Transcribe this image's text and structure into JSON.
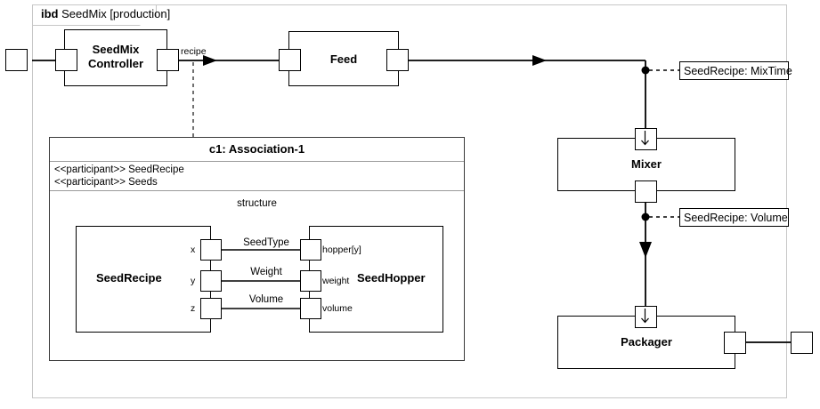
{
  "frame": {
    "keyword": "ibd",
    "name": "SeedMix [production]",
    "border_color": "#c7c7c7"
  },
  "blocks": {
    "seedmix_controller": {
      "label": "SeedMix\nController",
      "line1": "SeedMix",
      "line2": "Controller"
    },
    "feed": {
      "label": "Feed"
    },
    "mixer": {
      "label": "Mixer"
    },
    "packager": {
      "label": "Packager"
    },
    "seedrecipe": {
      "label": "SeedRecipe"
    },
    "seedhopper": {
      "label": "SeedHopper"
    }
  },
  "association": {
    "title": "c1: Association-1",
    "participants": [
      "<<participant>> SeedRecipe",
      "<<participant>> Seeds"
    ],
    "structure_label": "structure"
  },
  "flows": {
    "recipe_label": "recipe"
  },
  "ports": {
    "seedrecipe": [
      {
        "name": "x"
      },
      {
        "name": "y"
      },
      {
        "name": "z"
      }
    ],
    "seedhopper": [
      {
        "name": "hopper[y]"
      },
      {
        "name": "weight"
      },
      {
        "name": "volume"
      }
    ]
  },
  "connectors": [
    {
      "label": "SeedType"
    },
    {
      "label": "Weight"
    },
    {
      "label": "Volume"
    }
  ],
  "notes": [
    {
      "text": "SeedRecipe: MixTime"
    },
    {
      "text": "SeedRecipe: Volume"
    }
  ],
  "colors": {
    "stroke": "#000000",
    "frame": "#c7c7c7",
    "compartment_divider": "#9a9a9a",
    "background": "#ffffff"
  }
}
